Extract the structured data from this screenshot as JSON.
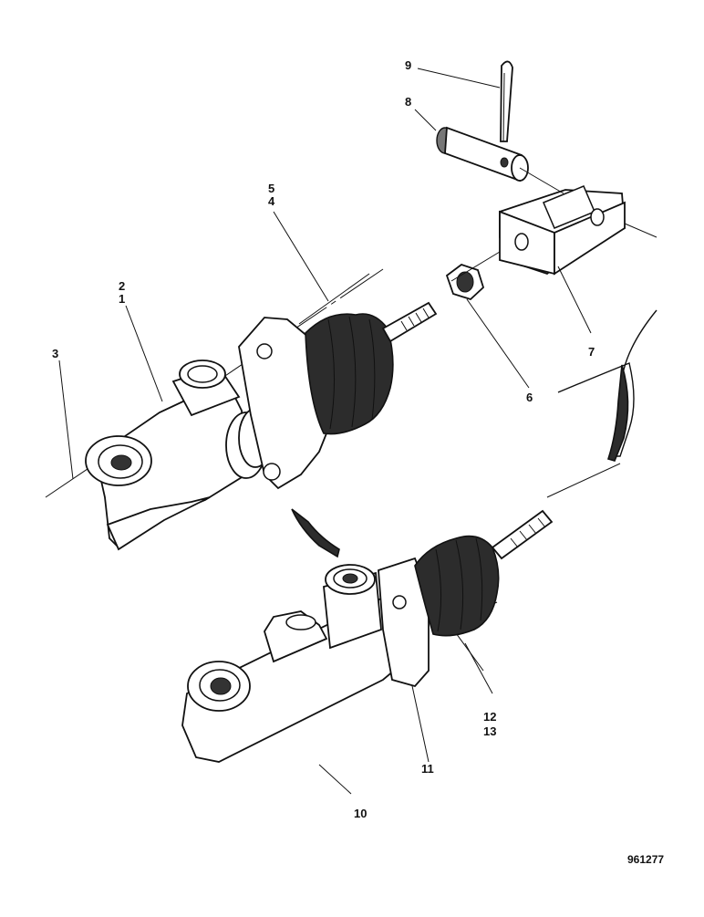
{
  "figure": {
    "part_number": "961277",
    "callouts": {
      "c1": "1",
      "c2": "2",
      "c3": "3",
      "c4": "4",
      "c5": "5",
      "c6": "6",
      "c7": "7",
      "c8": "8",
      "c9": "9",
      "c10": "10",
      "c11": "11",
      "c12": "12",
      "c13": "13"
    }
  }
}
